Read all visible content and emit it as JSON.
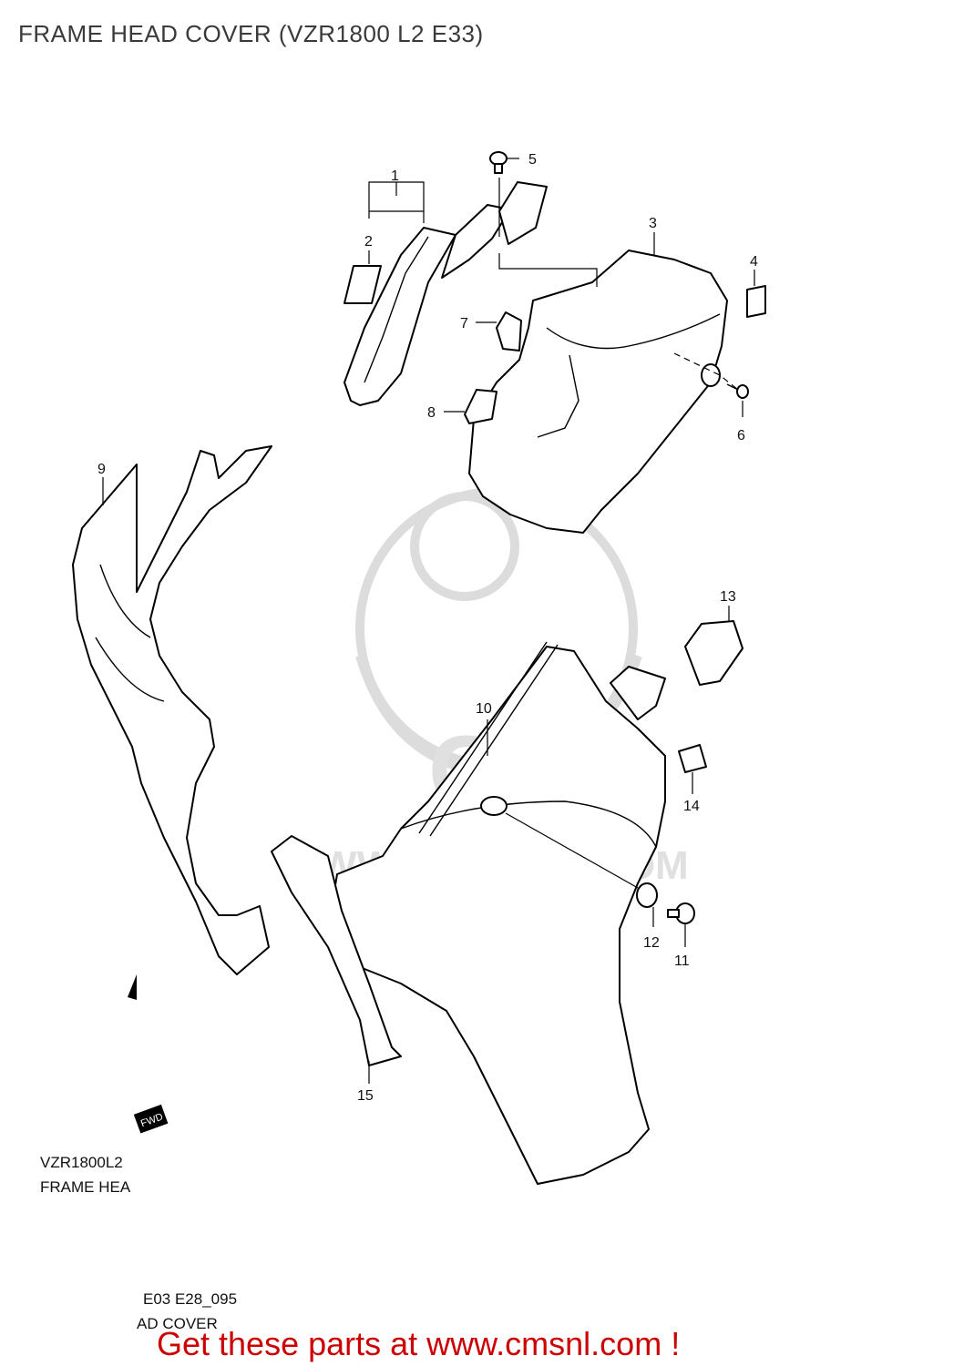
{
  "title": "FRAME HEAD COVER (VZR1800 L2 E33)",
  "callouts": {
    "c1": "1",
    "c2": "2",
    "c3": "3",
    "c4": "4",
    "c5": "5",
    "c6": "6",
    "c7": "7",
    "c8": "8",
    "c9": "9",
    "c10": "10",
    "c11": "11",
    "c12": "12",
    "c13": "13",
    "c14": "14",
    "c15": "15"
  },
  "watermark": {
    "brand": "CMS",
    "url": "WWW.CMSNL.COM"
  },
  "fwd_label": "FWD",
  "footer": {
    "model": "VZR1800L2",
    "subtitle_partial": "FRAME HEA",
    "code": "E03 E28_095",
    "cover_partial": "AD COVER"
  },
  "cta": "Get these parts at www.cmsnl.com !"
}
